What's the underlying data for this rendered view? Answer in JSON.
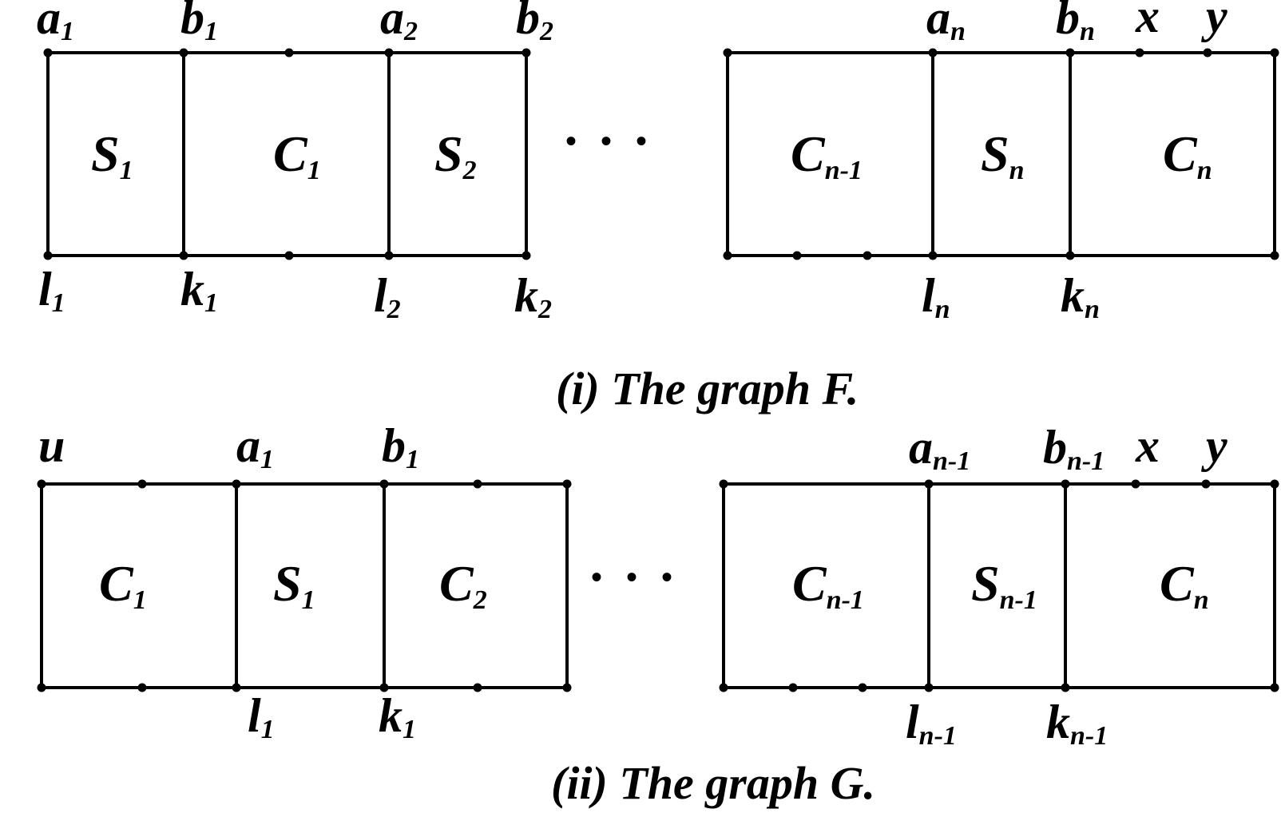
{
  "graph_f": {
    "caption": "(i) The graph F.",
    "top_labels": [
      {
        "base": "a",
        "sub": "1"
      },
      {
        "base": "b",
        "sub": "1"
      },
      {
        "base": "a",
        "sub": "2"
      },
      {
        "base": "b",
        "sub": "2"
      },
      {
        "base": "a",
        "sub": "n"
      },
      {
        "base": "b",
        "sub": "n"
      },
      {
        "base": "x",
        "sub": ""
      },
      {
        "base": "y",
        "sub": ""
      }
    ],
    "bottom_labels": [
      {
        "base": "l",
        "sub": "1"
      },
      {
        "base": "k",
        "sub": "1"
      },
      {
        "base": "l",
        "sub": "2"
      },
      {
        "base": "k",
        "sub": "2"
      },
      {
        "base": "l",
        "sub": "n"
      },
      {
        "base": "k",
        "sub": "n"
      }
    ],
    "cells": [
      {
        "base": "S",
        "sub": "1"
      },
      {
        "base": "C",
        "sub": "1"
      },
      {
        "base": "S",
        "sub": "2"
      },
      {
        "base": "C",
        "sub": "n-1"
      },
      {
        "base": "S",
        "sub": "n"
      },
      {
        "base": "C",
        "sub": "n"
      }
    ],
    "ellipsis": "• • •"
  },
  "graph_g": {
    "caption": "(ii) The graph G.",
    "top_labels": [
      {
        "base": "u",
        "sub": ""
      },
      {
        "base": "a",
        "sub": "1"
      },
      {
        "base": "b",
        "sub": "1"
      },
      {
        "base": "a",
        "sub": "n-1"
      },
      {
        "base": "b",
        "sub": "n-1"
      },
      {
        "base": "x",
        "sub": ""
      },
      {
        "base": "y",
        "sub": ""
      }
    ],
    "bottom_labels": [
      {
        "base": "l",
        "sub": "1"
      },
      {
        "base": "k",
        "sub": "1"
      },
      {
        "base": "l",
        "sub": "n-1"
      },
      {
        "base": "k",
        "sub": "n-1"
      }
    ],
    "cells": [
      {
        "base": "C",
        "sub": "1"
      },
      {
        "base": "S",
        "sub": "1"
      },
      {
        "base": "C",
        "sub": "2"
      },
      {
        "base": "C",
        "sub": "n-1"
      },
      {
        "base": "S",
        "sub": "n-1"
      },
      {
        "base": "C",
        "sub": "n"
      }
    ],
    "ellipsis": "• • •"
  }
}
